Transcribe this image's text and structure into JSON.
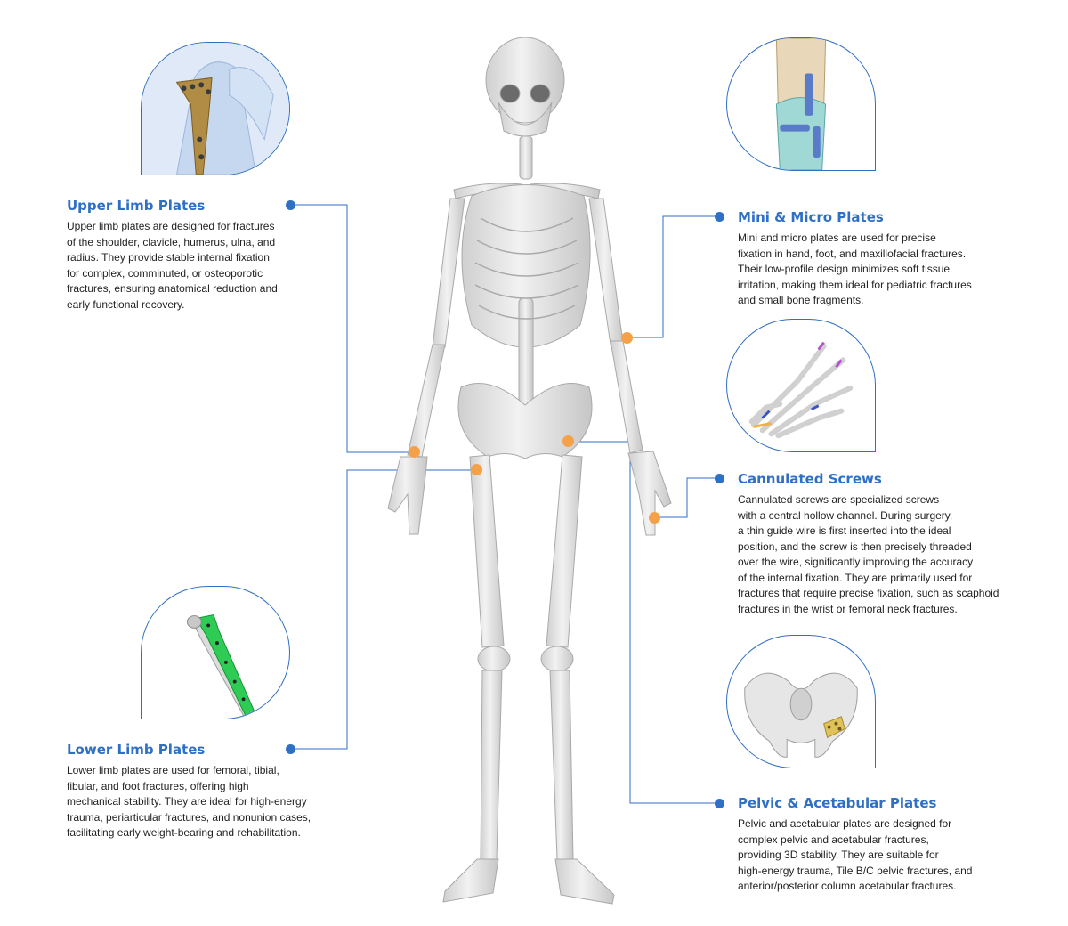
{
  "colors": {
    "accent_blue": "#2f6fc4",
    "marker_orange": "#f5a14a",
    "bone": "#e9e9e9",
    "bone_shadow": "#c9c9c9"
  },
  "sections": {
    "upper_limb": {
      "title": "Upper Limb Plates",
      "body": "Upper limb plates are designed for fractures\nof the shoulder, clavicle, humerus, ulna, and\nradius. They provide stable internal fixation\nfor complex, comminuted, or osteoporotic\nfractures, ensuring anatomical reduction and\nearly functional recovery."
    },
    "lower_limb": {
      "title": "Lower Limb Plates",
      "body": "Lower limb plates are used for femoral, tibial,\nfibular, and foot fractures, offering high\nmechanical stability. They are ideal for high-energy\ntrauma, periarticular fractures, and nonunion cases,\nfacilitating early weight-bearing and rehabilitation."
    },
    "mini_micro": {
      "title": "Mini & Micro Plates",
      "body": "Mini and micro plates are used for precise\nfixation in hand, foot, and maxillofacial fractures.\nTheir low-profile design minimizes soft tissue\nirritation, making them ideal for pediatric fractures\nand small bone fragments."
    },
    "cannulated": {
      "title": "Cannulated Screws",
      "body": "Cannulated screws are specialized screws\nwith a central hollow channel. During surgery,\na thin guide wire is first inserted into the ideal\nposition, and the screw is then precisely threaded\nover the wire, significantly improving the accuracy\nof the internal fixation. They are primarily used for\nfractures that require precise fixation, such as scaphoid\nfractures in the wrist or femoral neck fractures."
    },
    "pelvic": {
      "title": "Pelvic & Acetabular Plates",
      "body": "Pelvic and acetabular plates are designed for\ncomplex pelvic and acetabular fractures,\nproviding 3D stability. They are suitable for\n high-energy trauma, Tile B/C pelvic fractures, and\nanterior/posterior column acetabular fractures."
    }
  },
  "icons": {
    "upper_limb_image": "wrist-plate-illustration",
    "lower_limb_image": "femur-plate-illustration",
    "mini_micro_image": "knee-plate-illustration",
    "cannulated_image": "hand-screws-illustration",
    "pelvic_image": "pelvis-plate-illustration",
    "skeleton": "human-skeleton-illustration"
  }
}
